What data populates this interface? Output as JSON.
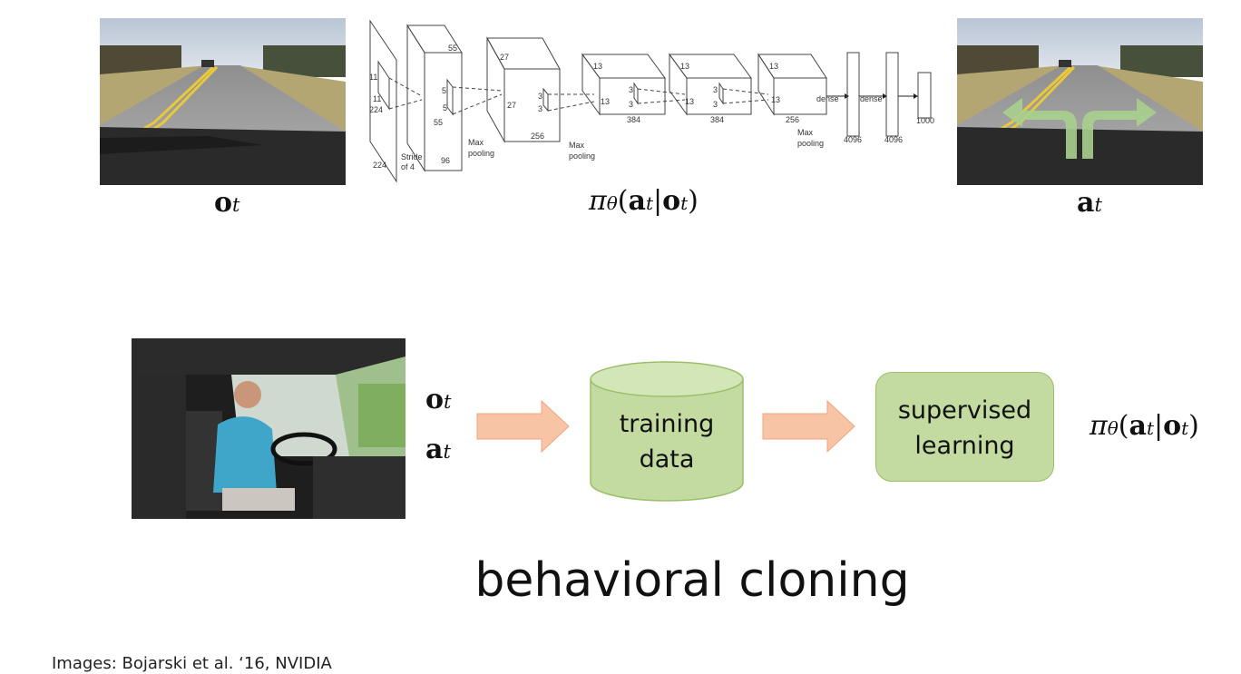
{
  "top_row": {
    "obs_label": {
      "sym": "o",
      "sub": "t"
    },
    "action_label": {
      "sym": "a",
      "sub": "t"
    },
    "policy_label": {
      "pi": "π",
      "theta": "θ",
      "lp": "(",
      "a": "a",
      "asub": "t",
      "bar": "|",
      "o": "o",
      "osub": "t",
      "rp": ")"
    },
    "cnn": {
      "input": {
        "h": "224",
        "w": "224",
        "k1": "11",
        "k2": "11",
        "stride": "Stride",
        "stride2": "of 4"
      },
      "conv1": {
        "top": "55",
        "side": "55",
        "depth": "96",
        "k1": "5",
        "k2": "5",
        "pool": "Max",
        "pool2": "pooling"
      },
      "conv2": {
        "top": "27",
        "side": "27",
        "depth": "256",
        "k1": "3",
        "k2": "3",
        "pool": "Max",
        "pool2": "pooling"
      },
      "conv3": {
        "top": "13",
        "side": "13",
        "depth": "384",
        "k1": "3",
        "k2": "3"
      },
      "conv4": {
        "top": "13",
        "side": "13",
        "depth": "384",
        "k1": "3",
        "k2": "3"
      },
      "conv5": {
        "top": "13",
        "side": "13",
        "depth": "256",
        "pool": "Max",
        "pool2": "pooling"
      },
      "dense1": {
        "label": "dense",
        "size": "4096"
      },
      "dense2": {
        "label": "dense",
        "size": "4096"
      },
      "out": {
        "size": "1000"
      }
    }
  },
  "bottom_row": {
    "obs_label": {
      "sym": "o",
      "sub": "t"
    },
    "action_label": {
      "sym": "a",
      "sub": "t"
    },
    "training_data": {
      "line1": "training",
      "line2": "data"
    },
    "supervised": {
      "line1": "supervised",
      "line2": "learning"
    },
    "policy_label": {
      "pi": "π",
      "theta": "θ",
      "lp": "(",
      "a": "a",
      "asub": "t",
      "bar": "|",
      "o": "o",
      "osub": "t",
      "rp": ")"
    },
    "colors": {
      "arrow": "#f8c4a6",
      "arrow_stroke": "#f0a57c",
      "green": "#c3dba0",
      "green_stroke": "#9bbf68"
    }
  },
  "title": "behavioral cloning",
  "credit": "Images: Bojarski et al. ‘16, NVIDIA"
}
